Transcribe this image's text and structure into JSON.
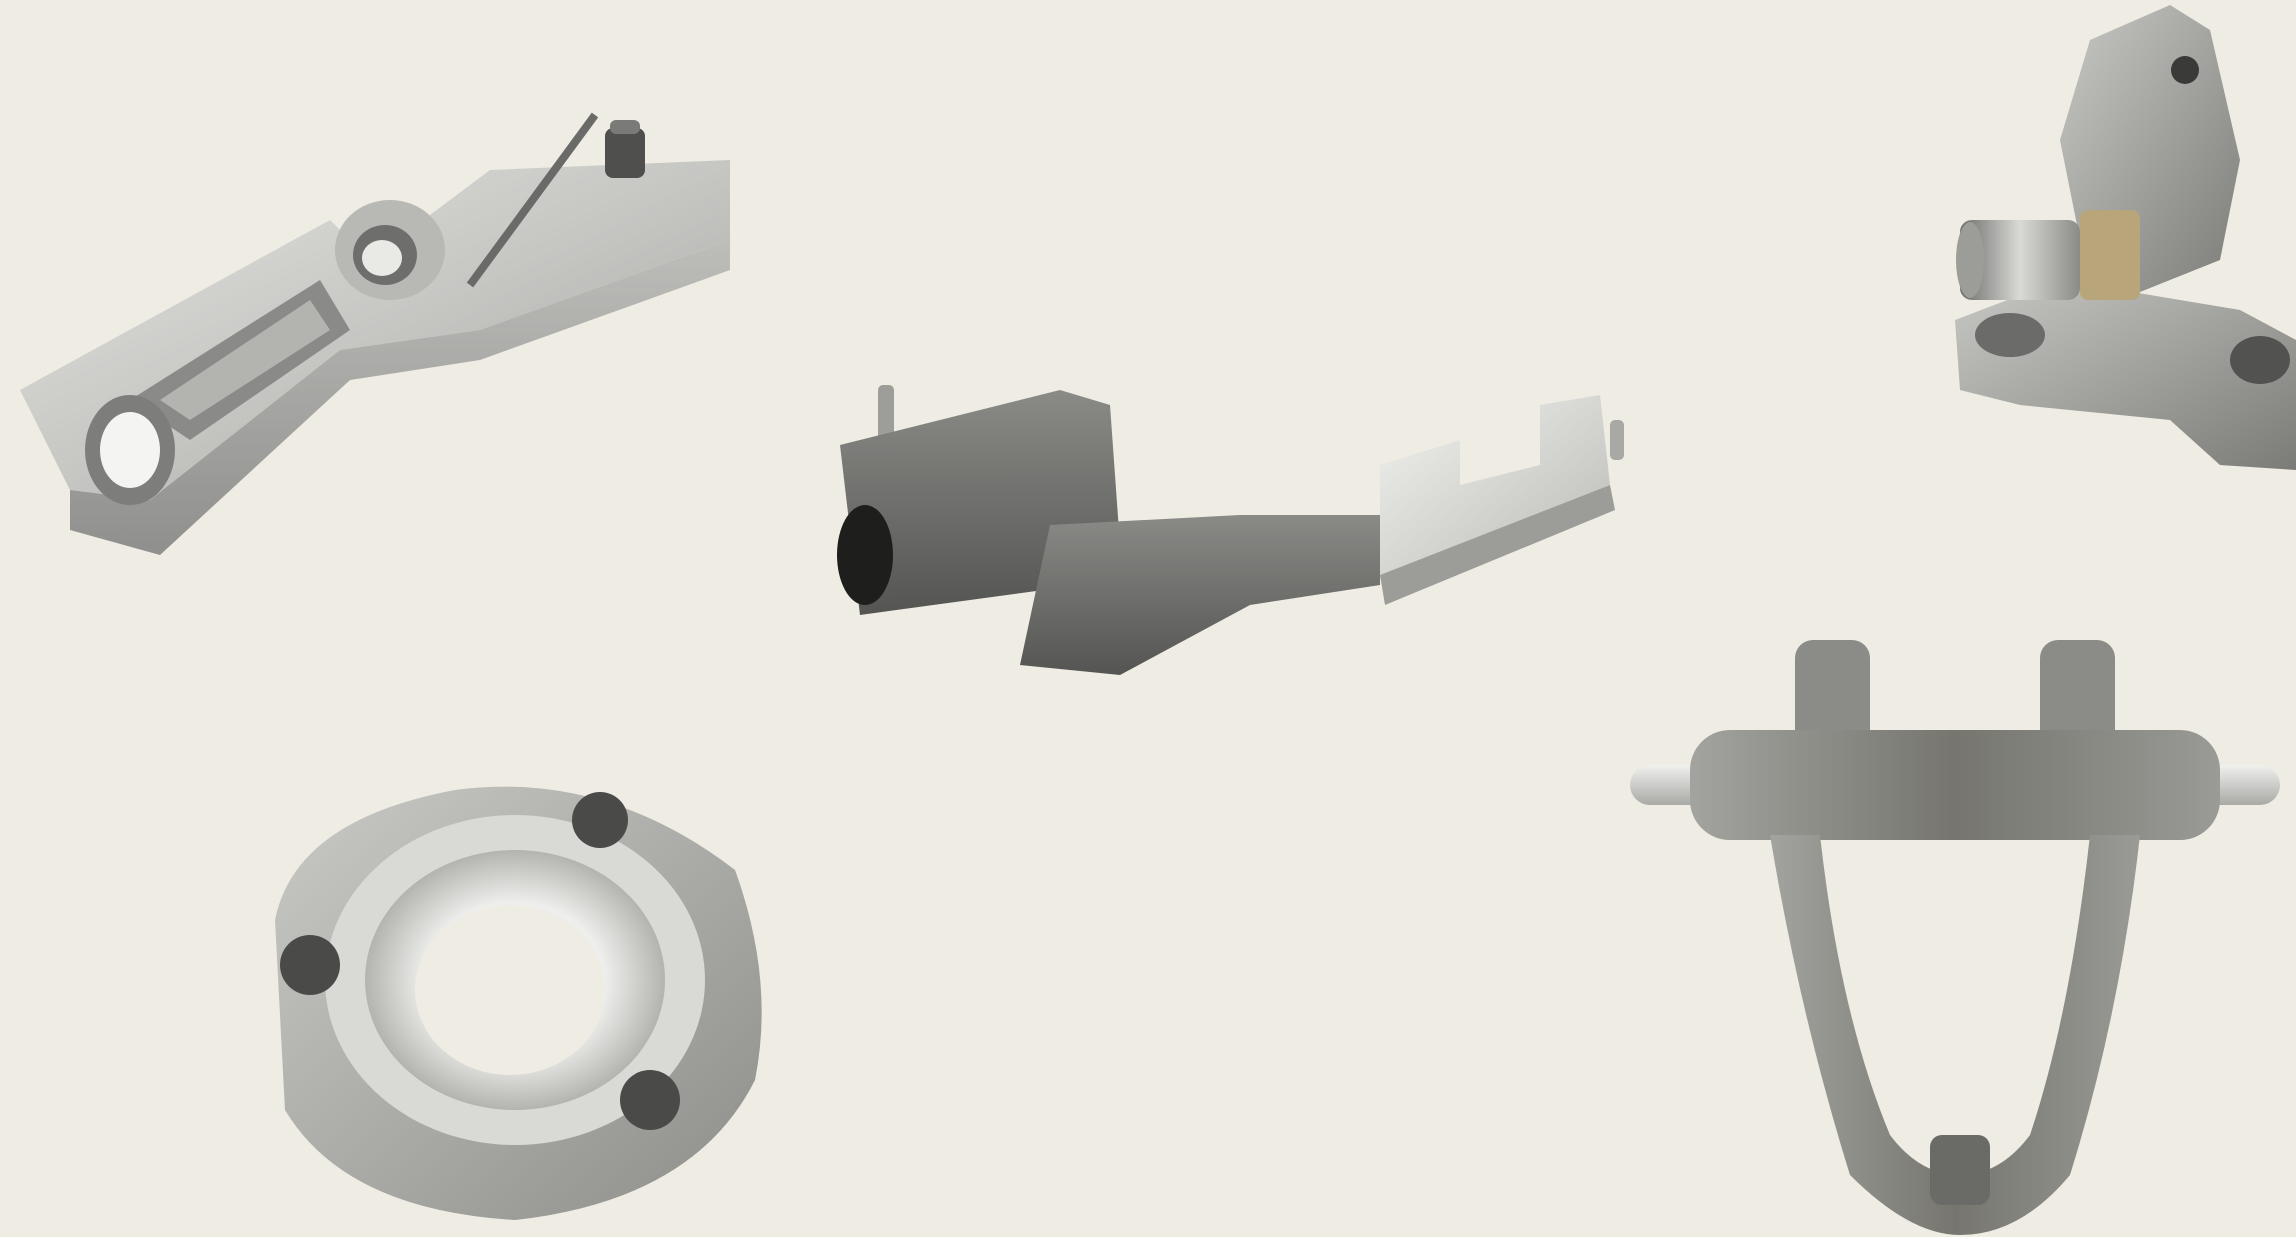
{
  "scene": {
    "background": "#eeece3",
    "parts": [
      {
        "name": "aluminum-lever-bracket",
        "color": "#c9c9c6"
      },
      {
        "name": "cast-shift-fork-arm",
        "color": "#6f6f6c"
      },
      {
        "name": "threaded-fitting-bracket",
        "color": "#9a9a96"
      },
      {
        "name": "ring-gear-collar",
        "color": "#a7a7a2"
      },
      {
        "name": "yoke-fork-with-pin",
        "color": "#8e8e8a"
      }
    ]
  }
}
